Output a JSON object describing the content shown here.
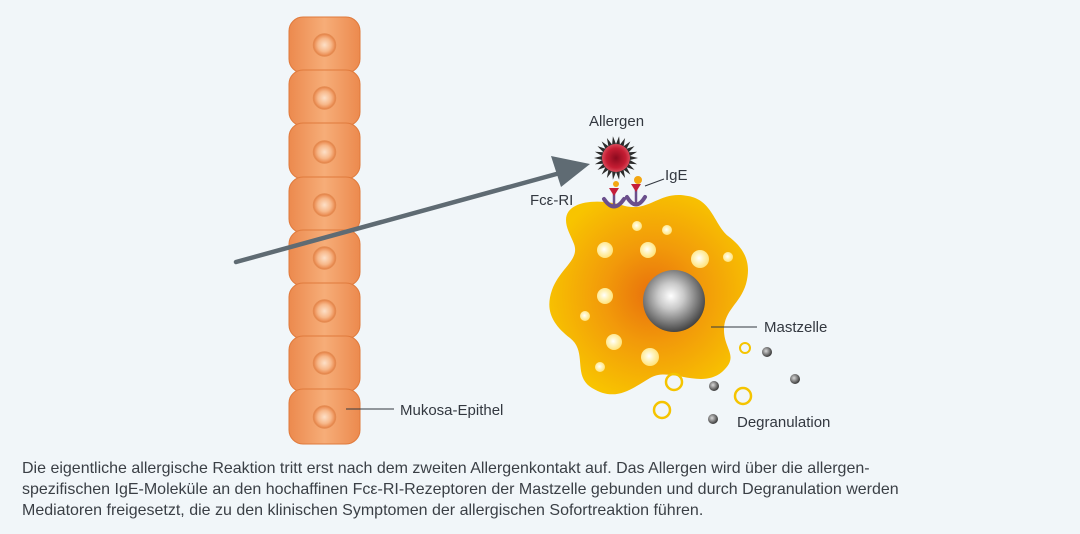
{
  "labels": {
    "allergen": "Allergen",
    "ige": "IgE",
    "fc_receptor": "Fcε-RI",
    "mast_cell": "Mastzelle",
    "mucosa": "Mukosa-Epithel",
    "degranulation": "Degranulation"
  },
  "caption": {
    "line1": "Die eigentliche allergische Reaktion tritt erst nach dem zweiten Allergenkontakt auf. Das Allergen wird über die allergen-",
    "line2": "spezifischen IgE-Moleküle an den hochaffinen Fcε-RI-Rezeptoren der Mastzelle gebunden und durch Degranulation werden",
    "line3": "Mediatoren freigesetzt, die zu den klinischen Symptomen der allergischen Sofortreaktion führen."
  },
  "colors": {
    "background": "#f1f6f9",
    "epithel_cell": "#f19a62",
    "mast_cell": "#f5b800",
    "allergen": "#b3102a",
    "arrow": "#5f6b73",
    "granule": "#5a5e63"
  }
}
